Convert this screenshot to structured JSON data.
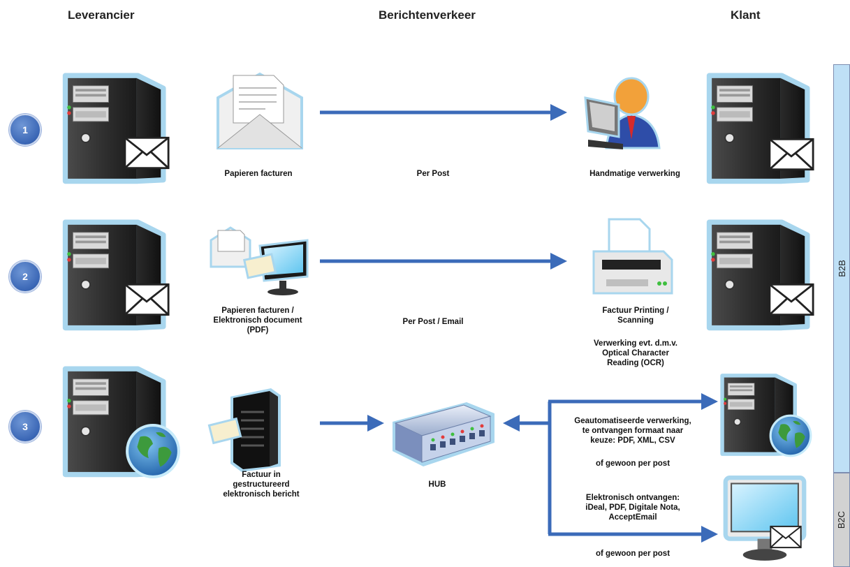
{
  "headers": {
    "supplier": "Leverancier",
    "traffic": "Berichtenverkeer",
    "customer": "Klant"
  },
  "rows": [
    {
      "number": "1",
      "doc_label": "Papieren facturen",
      "channel_label": "Per Post",
      "receive_label": "Handmatige verwerking"
    },
    {
      "number": "2",
      "doc_label_lines": [
        "Papieren facturen /",
        "Elektronisch document",
        "(PDF)"
      ],
      "channel_label": "Per Post / Email",
      "receive_label_lines": [
        "Factuur Printing /",
        "Scanning"
      ],
      "ocr_label_lines": [
        "Verwerking evt. d.m.v.",
        "Optical Character",
        "Reading (OCR)"
      ]
    },
    {
      "number": "3",
      "doc_label_lines": [
        "Factuur in",
        "gestructureerd",
        "elektronisch bericht"
      ],
      "hub_label": "HUB",
      "auto_label_lines": [
        "Geautomatiseerde verwerking,",
        "te ontvangen formaat naar",
        "keuze:  PDF, XML, CSV"
      ],
      "auto_post_label": "of gewoon per post",
      "consumer_label_lines": [
        "Elektronisch ontvangen:",
        "iDeal, PDF, Digitale Nota,",
        "AcceptEmail"
      ],
      "consumer_post_label": "of gewoon per post"
    }
  ],
  "bands": {
    "b2b": "B2B",
    "b2c": "B2C"
  },
  "colors": {
    "arrow": "#3b6bb9",
    "badge": "#3a66b5",
    "server_glow": "#a8d6ee"
  },
  "icons": [
    "server-envelope-icon",
    "server-globe-icon",
    "envelope-letter-icon",
    "email-monitor-icon",
    "rack-server-icon",
    "network-hub-icon",
    "person-monitor-icon",
    "printer-icon",
    "monitor-envelope-icon"
  ]
}
